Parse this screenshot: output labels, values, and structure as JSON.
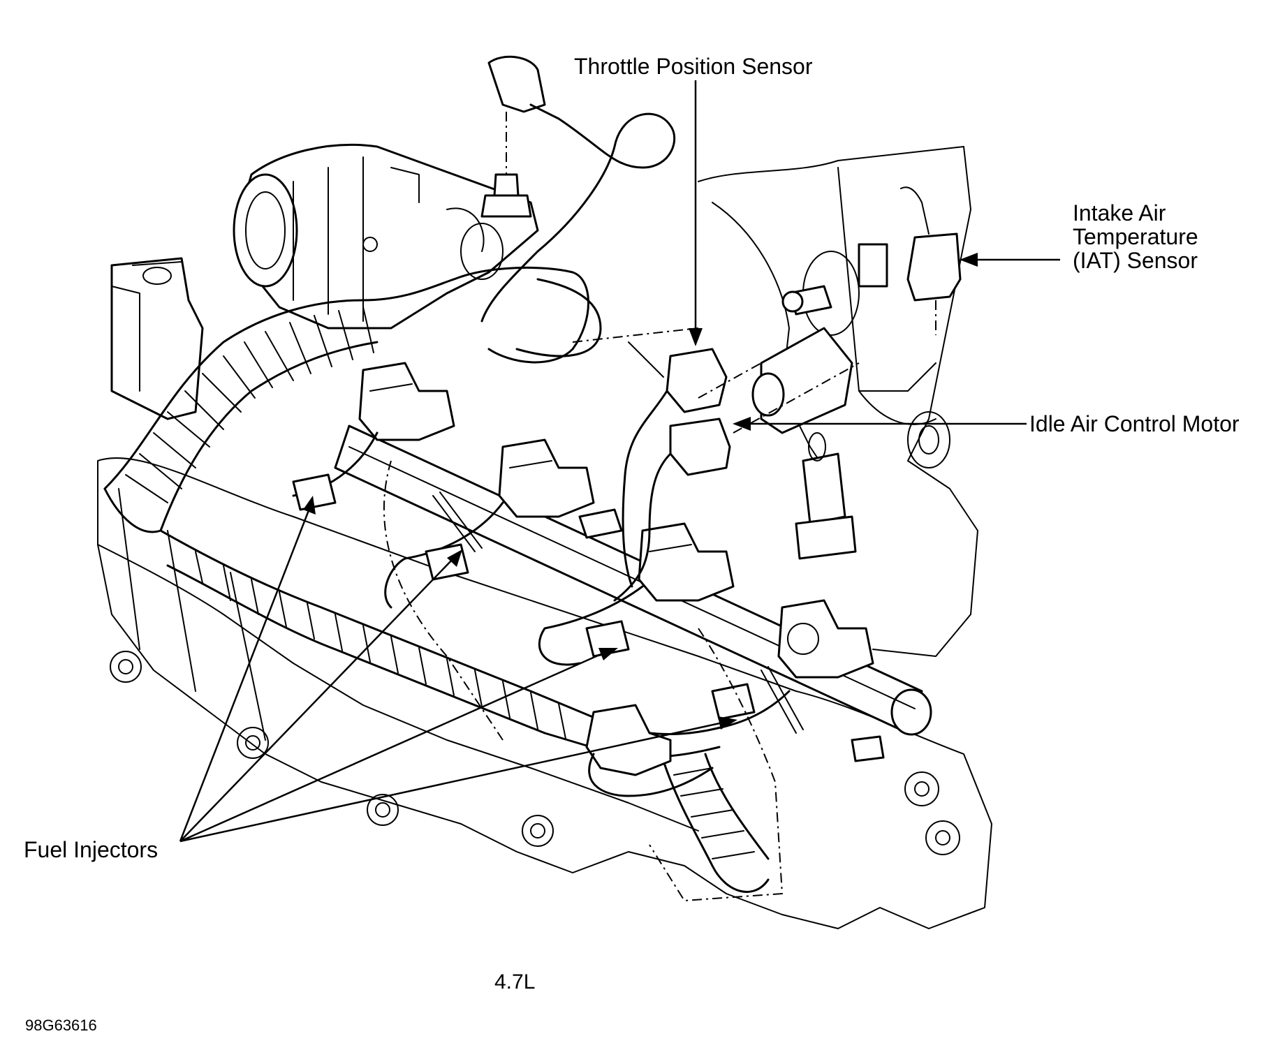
{
  "labels": {
    "throttle_position_sensor": "Throttle Position Sensor",
    "intake_air_temperature_sensor": [
      "Intake Air",
      "Temperature",
      "(IAT) Sensor"
    ],
    "idle_air_control_motor": "Idle Air Control Motor",
    "fuel_injectors": "Fuel Injectors"
  },
  "caption": "4.7L",
  "figure_code": "98G63616",
  "colors": {
    "ink": "#000000",
    "paper": "#ffffff"
  }
}
